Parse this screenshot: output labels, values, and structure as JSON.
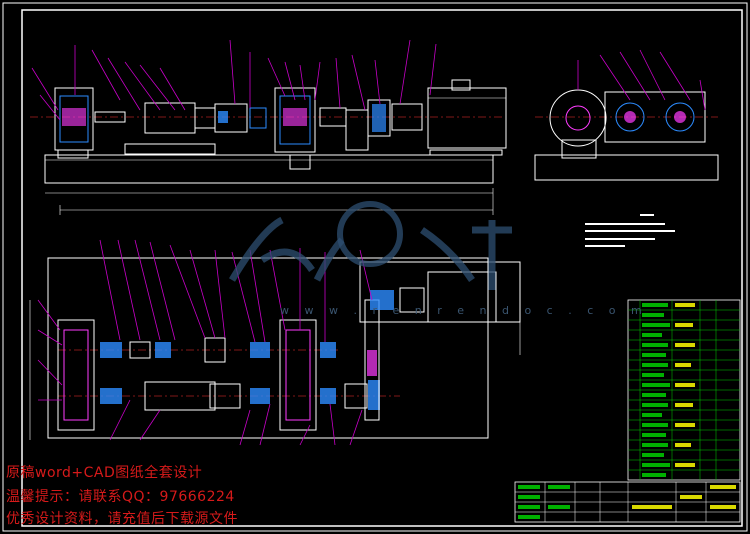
{
  "watermark": {
    "line1": "原稿word+CAD图纸全套设计",
    "line2": "温馨提示：请联系QQ：97666224",
    "line3": "优秀设计资料，请充值后下载源文件",
    "site": "w w w . r e n r e n d o c . c o m",
    "logo_name": "renren-wenku-logo"
  },
  "colors": {
    "background": "#000000",
    "frame": "#ffffff",
    "parts_blue": "#2d8cff",
    "parts_magenta": "#ff3cff",
    "leader": "#c800c8",
    "table_green": "#00d000",
    "table_yellow": "#ffff00",
    "watermark_red": "#d61a1a"
  }
}
